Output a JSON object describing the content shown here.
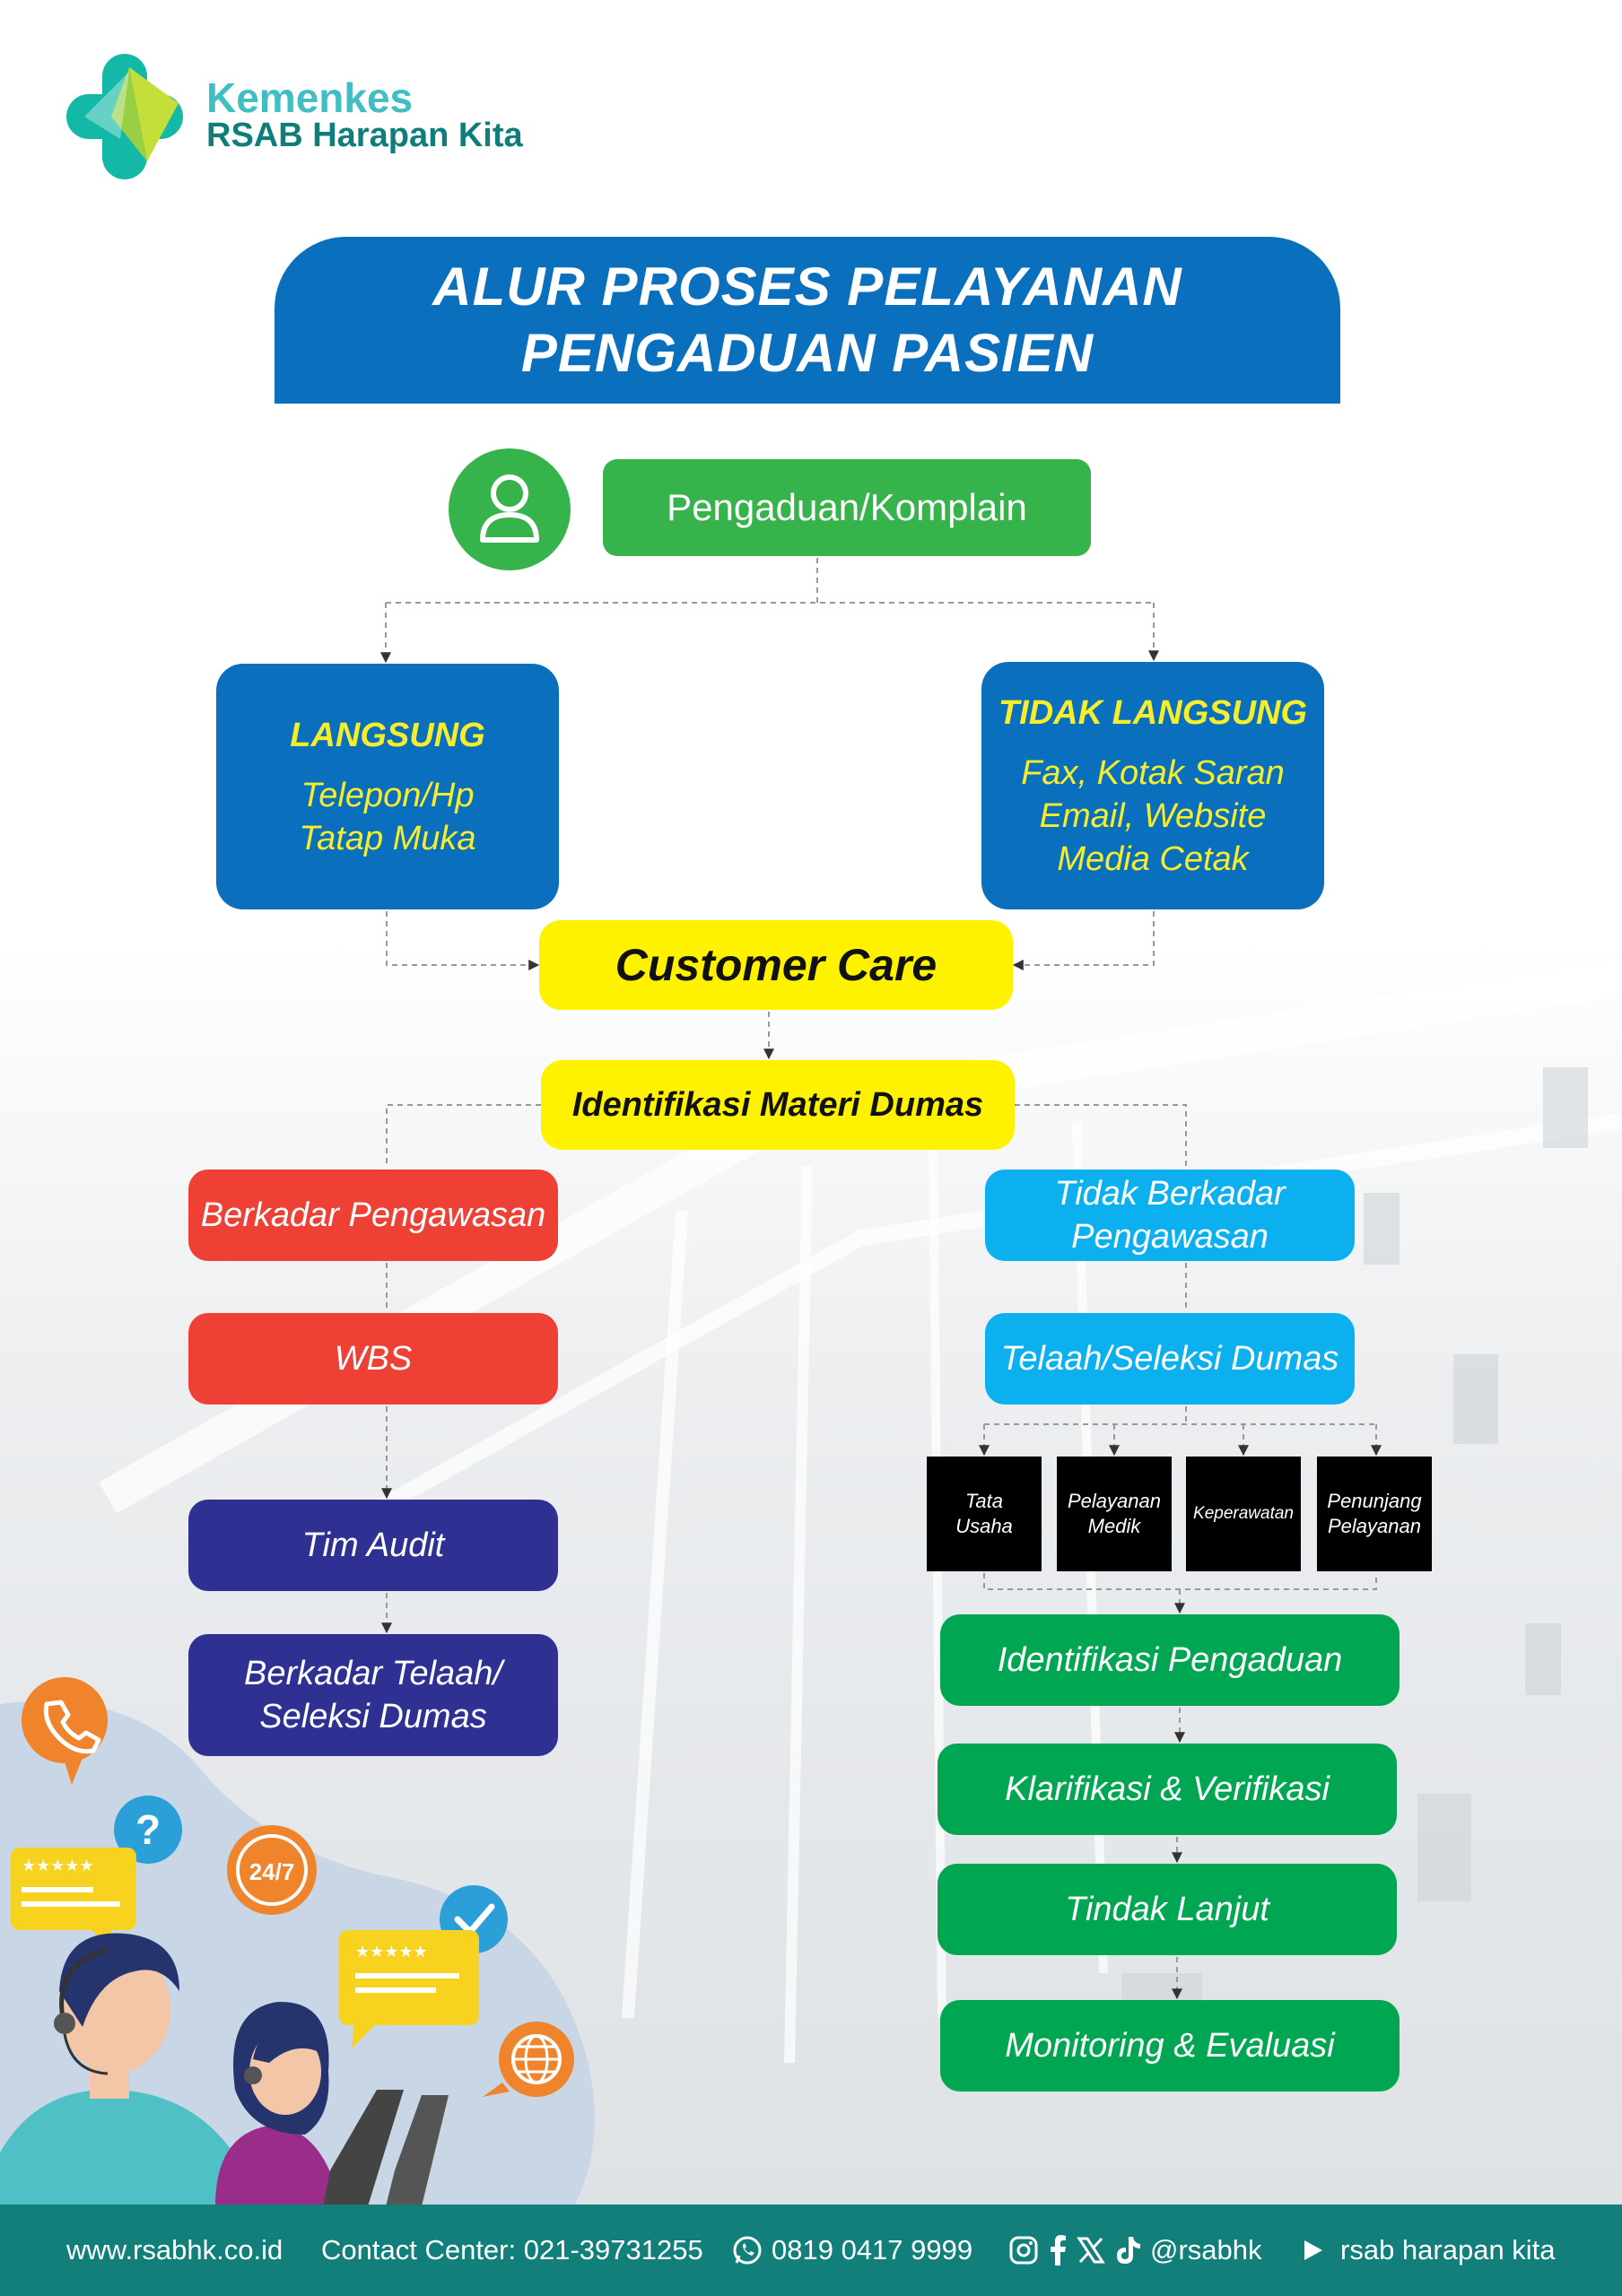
{
  "brand": {
    "line1": "Kemenkes",
    "line2": "RSAB Harapan Kita"
  },
  "title": {
    "line1": "ALUR PROSES PELAYANAN",
    "line2": "PENGADUAN PASIEN"
  },
  "start": {
    "label": "Pengaduan/Komplain",
    "icon": "person-icon"
  },
  "langsung": {
    "title": "LANGSUNG",
    "lines": [
      "Telepon/Hp",
      "Tatap Muka"
    ]
  },
  "tidak_langsung": {
    "title": "TIDAK LANGSUNG",
    "lines": [
      "Fax, Kotak Saran",
      "Email, Website",
      "Media Cetak"
    ]
  },
  "customer_care": "Customer Care",
  "identifikasi_materi": "Identifikasi Materi Dumas",
  "left_flow": {
    "berkadar": "Berkadar Pengawasan",
    "wbs": "WBS",
    "tim_audit": "Tim Audit",
    "berkadar_telaah": [
      "Berkadar Telaah/",
      "Seleksi Dumas"
    ]
  },
  "right_flow": {
    "tidak_berkadar": [
      "Tidak Berkadar",
      "Pengawasan"
    ],
    "telaah": "Telaah/Seleksi Dumas",
    "units": [
      [
        "Tata",
        "Usaha"
      ],
      [
        "Pelayanan",
        "Medik"
      ],
      [
        "Keperawatan"
      ],
      [
        "Penunjang",
        "Pelayanan"
      ]
    ],
    "identifikasi_pengaduan": "Identifikasi Pengaduan",
    "klarifikasi": "Klarifikasi & Verifikasi",
    "tindak_lanjut": "Tindak Lanjut",
    "monitoring": "Monitoring & Evaluasi"
  },
  "illustration": {
    "badge_24_7": "24/7",
    "stars": "★★★★★"
  },
  "footer": {
    "website": "www.rsabhk.co.id",
    "contact": "Contact Center: 021-39731255",
    "whatsapp": "0819 0417 9999",
    "social_handle": "@rsabhk",
    "youtube": "rsab harapan kita"
  },
  "colors": {
    "title_blue": "#0a70bd",
    "green": "#36b34a",
    "yellow": "#fff200",
    "red": "#ef4036",
    "navy": "#2e3192",
    "sky": "#0db0ee",
    "flow_green": "#00a651",
    "footer_teal": "#137f7b"
  }
}
